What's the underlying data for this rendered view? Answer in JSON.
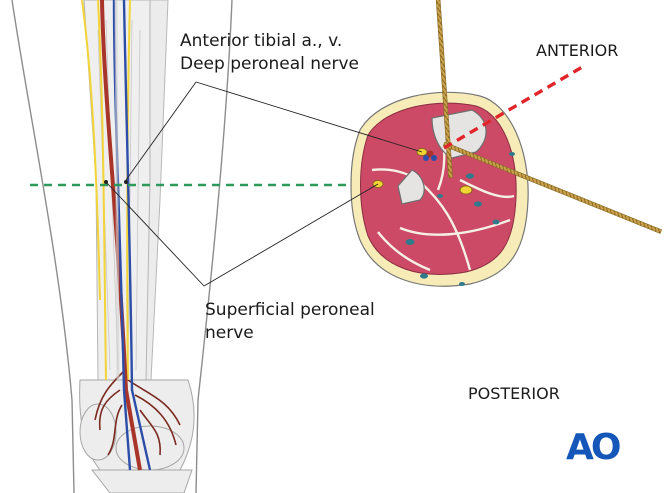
{
  "labels": {
    "vessels_line1": "Anterior tibial a., v.",
    "vessels_line2": "Deep peroneal nerve",
    "superficial_line1": "Superficial peroneal",
    "superficial_line2": "nerve",
    "anterior": "ANTERIOR",
    "posterior": "POSTERIOR"
  },
  "logo": {
    "text": "AO",
    "color": "#1457b8"
  },
  "colors": {
    "muscle": "#cc4a66",
    "fat": "#f7ecb8",
    "bone": "#e6e3e3",
    "nerve": "#f2d437",
    "artery": "#a8342a",
    "vein": "#2d4ea8",
    "vessel_teal": "#2f7a8c",
    "pin": "#c9a24a",
    "reference_line": "#2e9a5a",
    "safe_direction": "#e0262a"
  }
}
